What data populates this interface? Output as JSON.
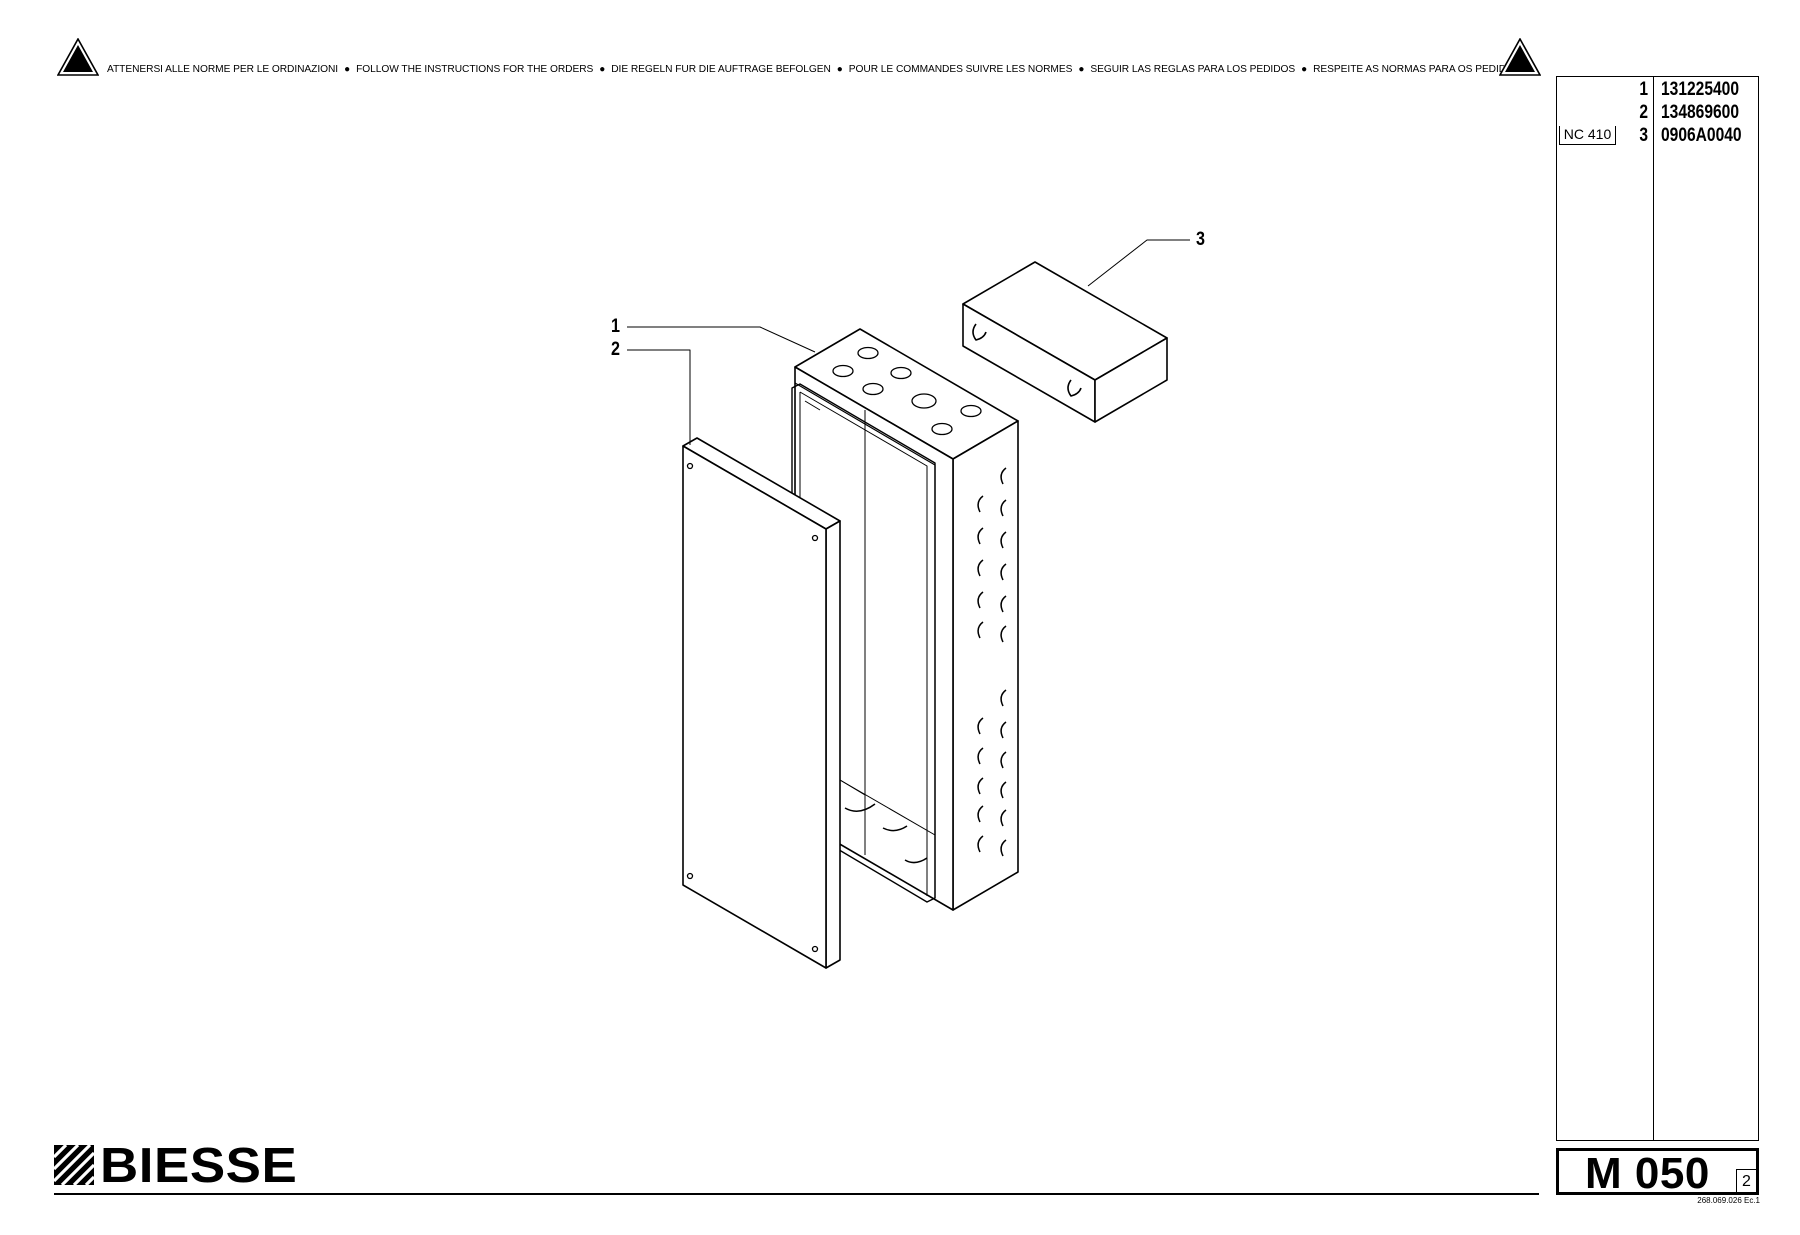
{
  "header": {
    "notices": [
      "ATTENERSI ALLE NORME PER LE ORDINAZIONI",
      "FOLLOW THE INSTRUCTIONS FOR THE ORDERS",
      "DIE REGELN FUR DIE AUFTRAGE BEFOLGEN",
      "POUR LE COMMANDES SUIVRE LES NORMES",
      "SEGUIR LAS REGLAS PARA LOS PEDIDOS",
      "RESPEITE AS NORMAS PARA OS PEDIDOS"
    ],
    "separator": "●",
    "warning_icon": "warning-triangle-icon"
  },
  "parts": [
    {
      "num": "1",
      "code": "131225400",
      "tag": ""
    },
    {
      "num": "2",
      "code": "134869600",
      "tag": ""
    },
    {
      "num": "3",
      "code": "0906A0040",
      "tag": "NC 410"
    }
  ],
  "callouts": {
    "c1": "1",
    "c2": "2",
    "c3": "3"
  },
  "footer": {
    "brand": "BIESSE",
    "brand_icon": "biesse-stripes-logo-icon",
    "table_code": "M 050",
    "sheet": "2",
    "doc_ref": "268.069.026 Ec.1"
  }
}
